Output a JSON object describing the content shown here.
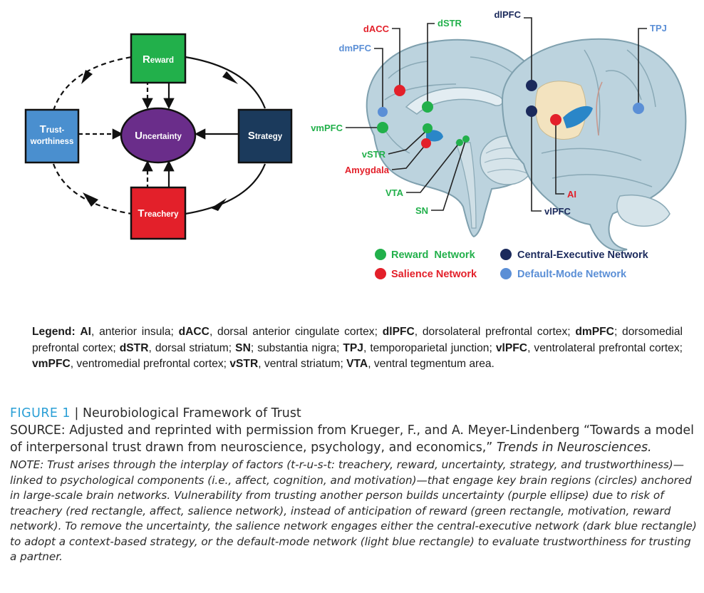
{
  "framework": {
    "reward": {
      "cap": "R",
      "rest": "eward",
      "color": "#22b04b"
    },
    "uncertainty": {
      "cap": "U",
      "rest": "ncertainty",
      "color": "#6a2d8a"
    },
    "trust": {
      "cap": "T",
      "rest1": "rust-",
      "rest2": "worthiness",
      "color": "#4a8fcf"
    },
    "strategy": {
      "cap": "S",
      "rest": "trategy",
      "color": "#1b3a5c"
    },
    "treachery": {
      "cap": "T",
      "rest": "reachery",
      "color": "#e3202a"
    }
  },
  "regions": {
    "dACC": "dACC",
    "dSTR": "dSTR",
    "dlPFC": "dlPFC",
    "TPJ": "TPJ",
    "dmPFC": "dmPFC",
    "vmPFC": "vmPFC",
    "vSTR": "vSTR",
    "Amygdala": "Amygdala",
    "VTA": "VTA",
    "SN": "SN",
    "AI": "AI",
    "vlPFC": "vlPFC"
  },
  "networks": [
    {
      "label": "Reward  Network",
      "color": "#22b04b"
    },
    {
      "label": "Central-Executive Network",
      "color": "#1b2a5c"
    },
    {
      "label": "Salience Network",
      "color": "#e3202a"
    },
    {
      "label": "Default-Mode Network",
      "color": "#5b8fd6"
    }
  ],
  "colors": {
    "reward": "#22b04b",
    "salience": "#e3202a",
    "central": "#1b2a5c",
    "default": "#5b8fd6"
  },
  "legend": {
    "lead": "Legend:",
    "entries": [
      {
        "abbr": "AI",
        "def": ", anterior insula; "
      },
      {
        "abbr": "dACC",
        "def": ", dorsal anterior cingulate cortex; "
      },
      {
        "abbr": "dlPFC",
        "def": ", dorsolateral prefrontal cortex; "
      },
      {
        "abbr": "dmPFC",
        "def": "; dorsomedial prefrontal cortex; "
      },
      {
        "abbr": "dSTR",
        "def": ", dorsal striatum; "
      },
      {
        "abbr": "SN",
        "def": "; substantia nigra; "
      },
      {
        "abbr": "TPJ",
        "def": ", temporoparietal junction; "
      },
      {
        "abbr": "vlPFC",
        "def": ", ventrolateral prefrontal cortex; "
      },
      {
        "abbr": "vmPFC",
        "def": ", ventromedial prefrontal cortex; "
      },
      {
        "abbr": "vSTR",
        "def": ", ventral striatum; "
      },
      {
        "abbr": "VTA",
        "def": ", ventral tegmentum area."
      }
    ]
  },
  "caption": {
    "figure_label": "FIGURE 1",
    "separator": " | ",
    "title": "Neurobiological Framework of Trust",
    "source": "SOURCE: Adjusted and reprinted with permission from Krueger, F., and A. Meyer-Lindenberg “Towards a model of interpersonal trust drawn from neuroscience, psychology, and economics,” ",
    "source_journal": "Trends in Neurosciences.",
    "note": "NOTE: Trust arises through the interplay of factors (t-r-u-s-t: treachery, reward, uncertainty, strategy, and trustworthiness)—linked to psychological components (i.e., affect, cognition, and motivation)—that engage key brain regions (circles) anchored in large-scale brain networks. Vulnerability from trusting another person builds uncertainty (purple ellipse) due to risk of treachery (red rectangle, affect, salience network), instead of anticipation of reward (green rectangle, motivation, reward network). To remove the uncertainty, the salience network engages either the central-executive network (dark blue rectangle) to adopt a context-based strategy, or the default-mode network (light blue rectangle) to evaluate trustworthiness for trusting a partner."
  }
}
